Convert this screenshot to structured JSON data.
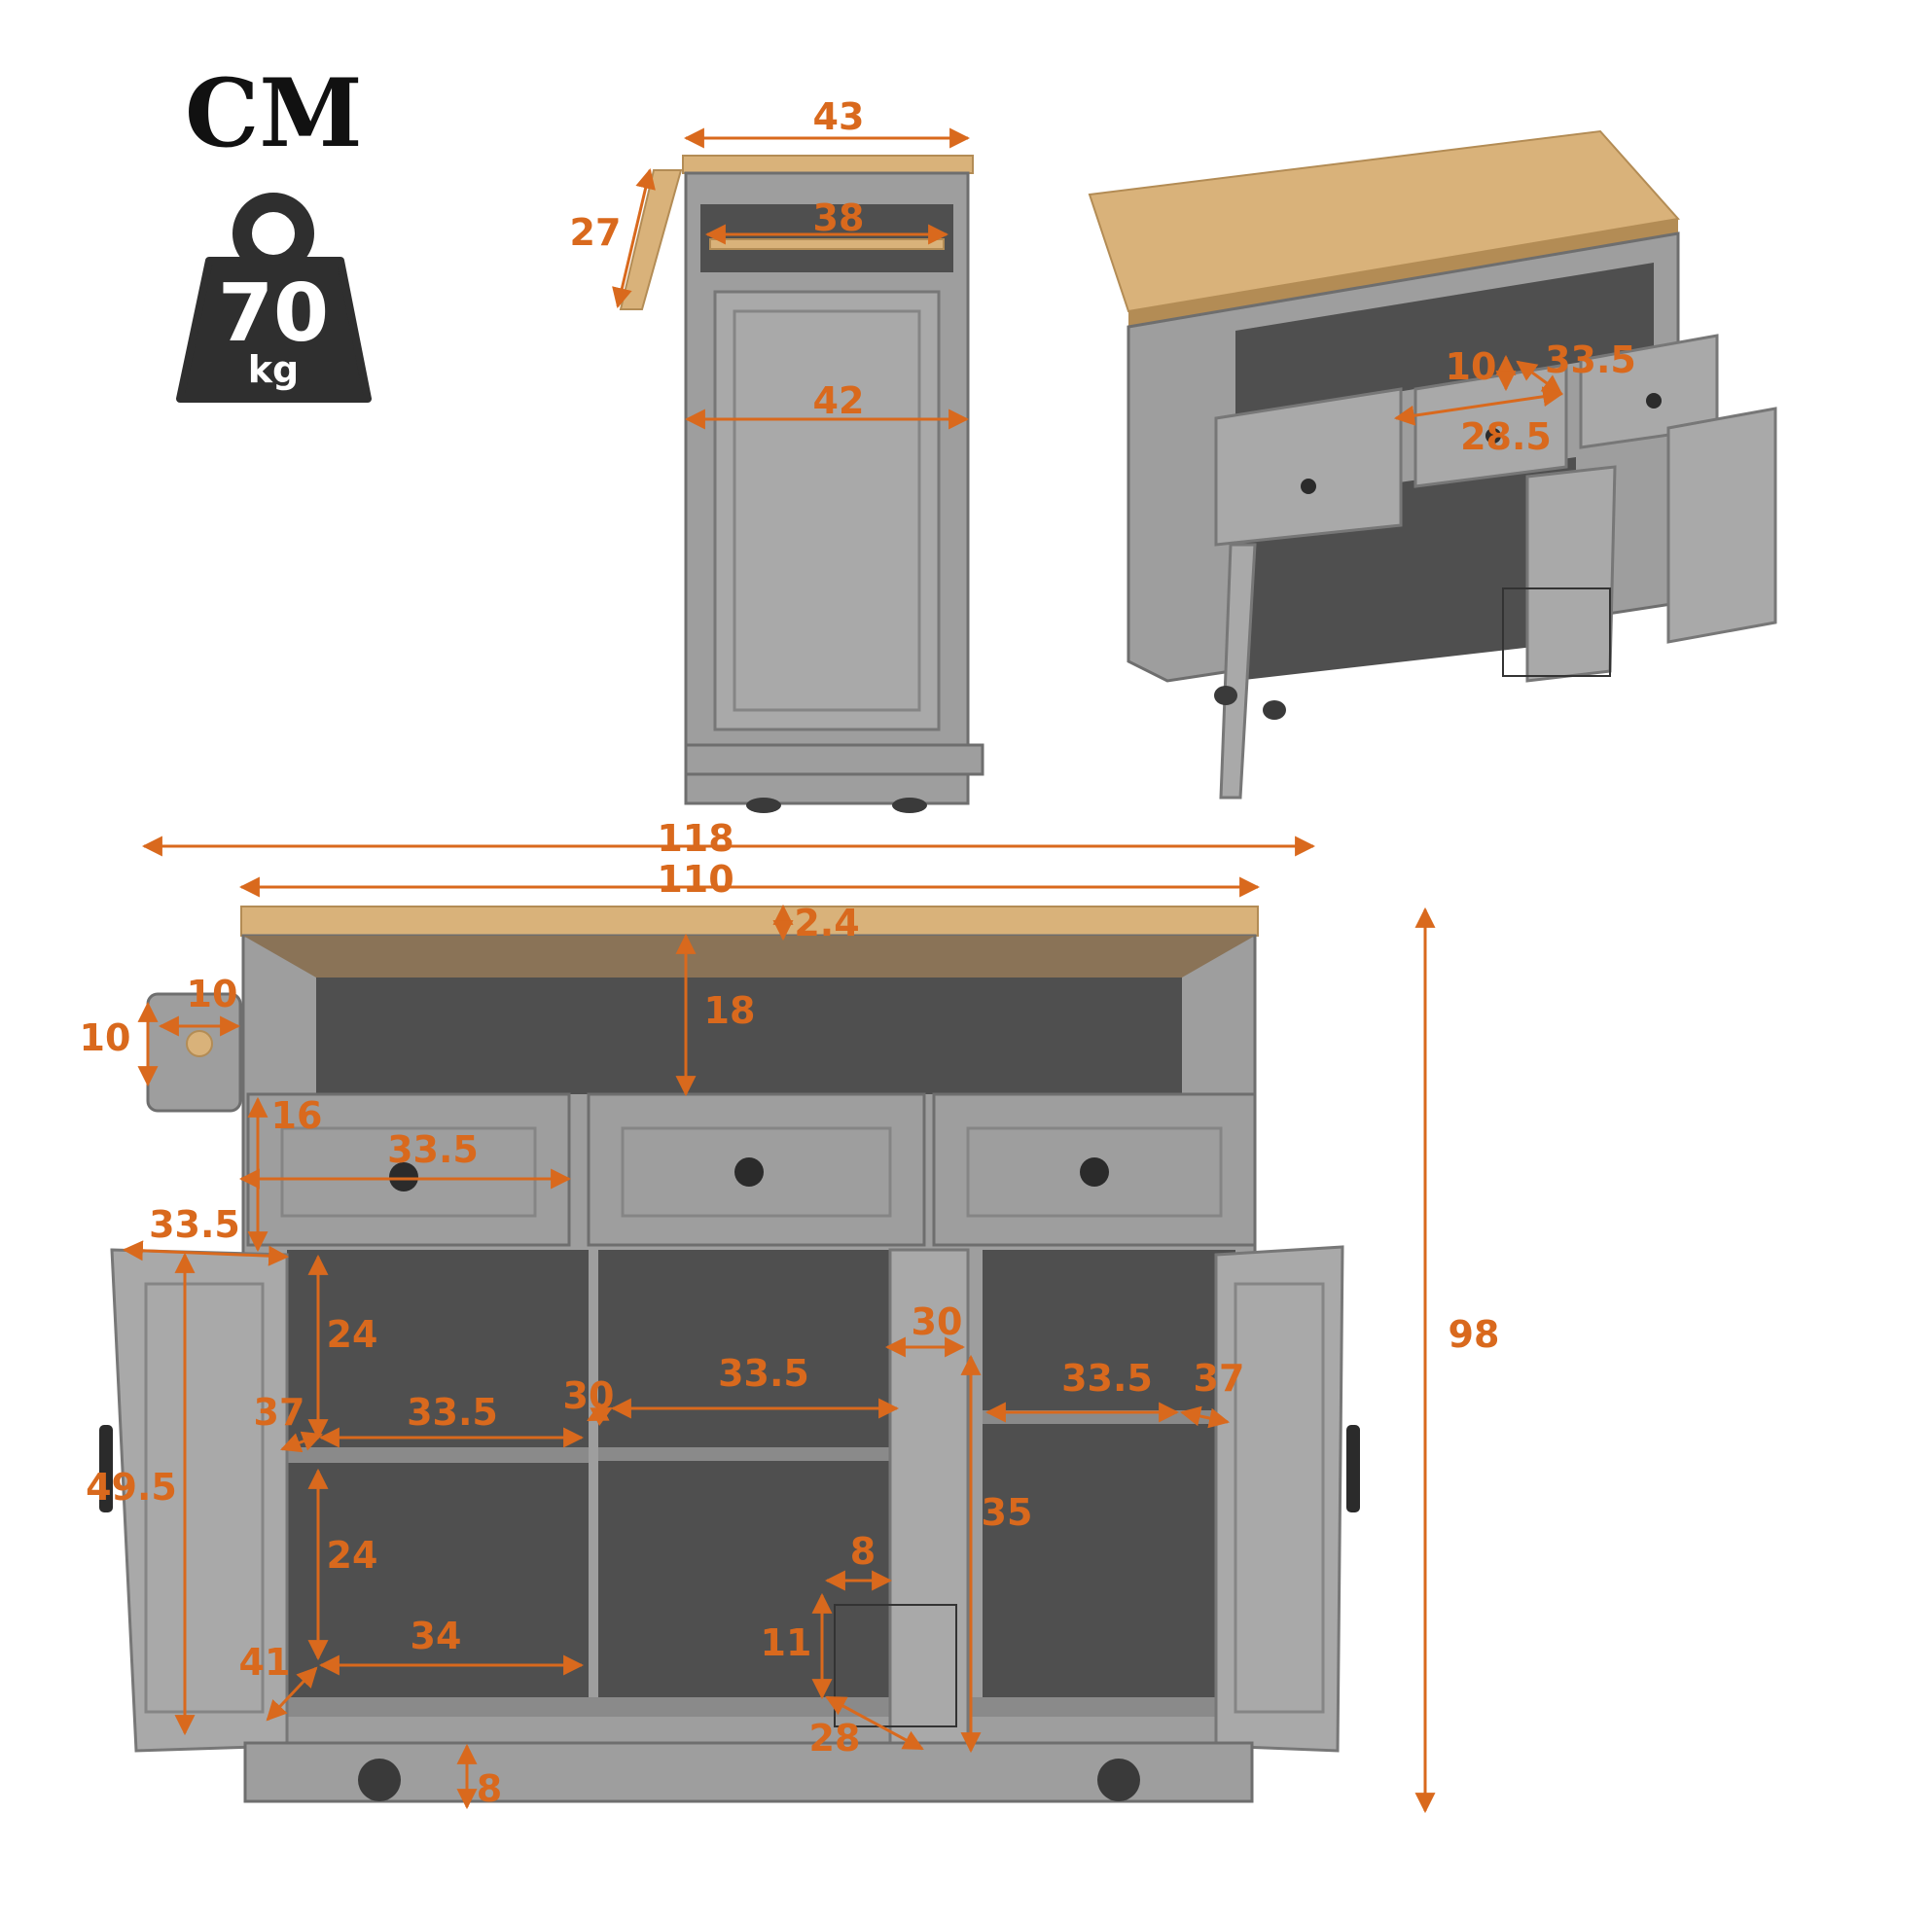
{
  "header": {
    "unit": "CM"
  },
  "weight": {
    "value": "70",
    "unit": "kg"
  },
  "colors": {
    "dimension": "#d9691d",
    "cabinet": "#9e9e9e",
    "wood": "#d9b27a",
    "weight_icon": "#2f2f2f"
  },
  "side_view": {
    "top_width": "43",
    "leaf_depth": "27",
    "towel_bar": "38",
    "body_width": "42"
  },
  "iso_view": {
    "drawer_height": "10",
    "drawer_width": "28.5",
    "drawer_depth": "33.5"
  },
  "front_view": {
    "overall_width": "118",
    "top_width": "110",
    "top_thickness": "2.4",
    "open_shelf_height": "18",
    "hook_width": "10",
    "hook_height": "10",
    "drawer_height": "16",
    "drawer_width": "33.5",
    "door_width": "33.5",
    "door_height": "49.5",
    "upper_shelf_height": "24",
    "lower_shelf_height": "24",
    "left_shelf_depth": "37",
    "left_shelf_width": "33.5",
    "left_bottom_width": "34",
    "left_bottom_depth": "41",
    "center_gap": "30",
    "center_shelf_width": "33.5",
    "rack_width": "30",
    "rack_height": "35",
    "basket_width": "8",
    "basket_height": "11",
    "basket_length": "28",
    "right_shelf_width": "33.5",
    "right_shelf_depth": "37",
    "overall_height": "98",
    "caster_height": "8"
  }
}
